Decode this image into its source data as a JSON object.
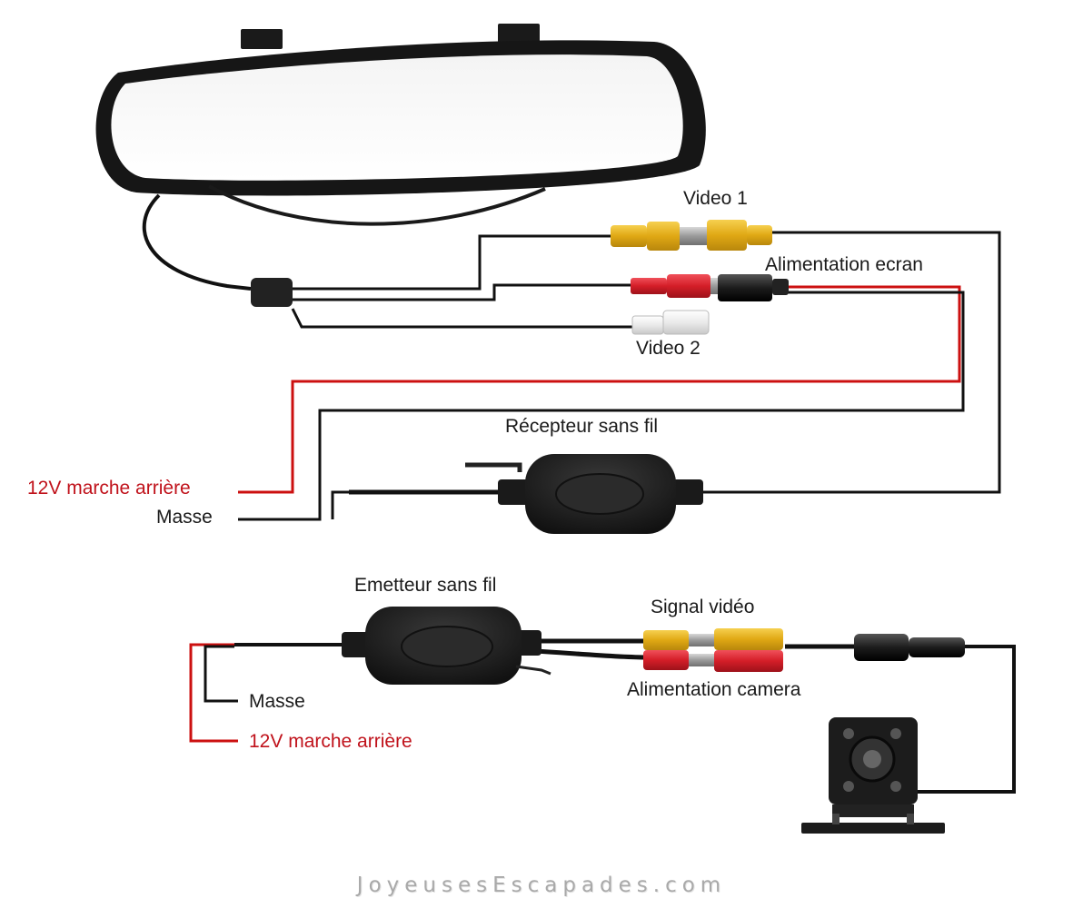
{
  "labels": {
    "video1": "Video 1",
    "alimentation_ecran": "Alimentation ecran",
    "video2": "Video 2",
    "recepteur": "Récepteur sans fil",
    "v12_top": "12V marche arrière",
    "masse_top": "Masse",
    "emetteur": "Emetteur sans fil",
    "signal_video": "Signal vidéo",
    "alimentation_camera": "Alimentation camera",
    "masse_bottom": "Masse",
    "v12_bottom": "12V marche arrière"
  },
  "watermark": "JoyeusesEscapades.com",
  "colors": {
    "wire_black": "#111111",
    "wire_red": "#cc1010",
    "rca_yellow": "#e8b21c",
    "rca_red": "#d9232b",
    "rca_white": "#eeeeee",
    "label_red": "#c0121b"
  }
}
